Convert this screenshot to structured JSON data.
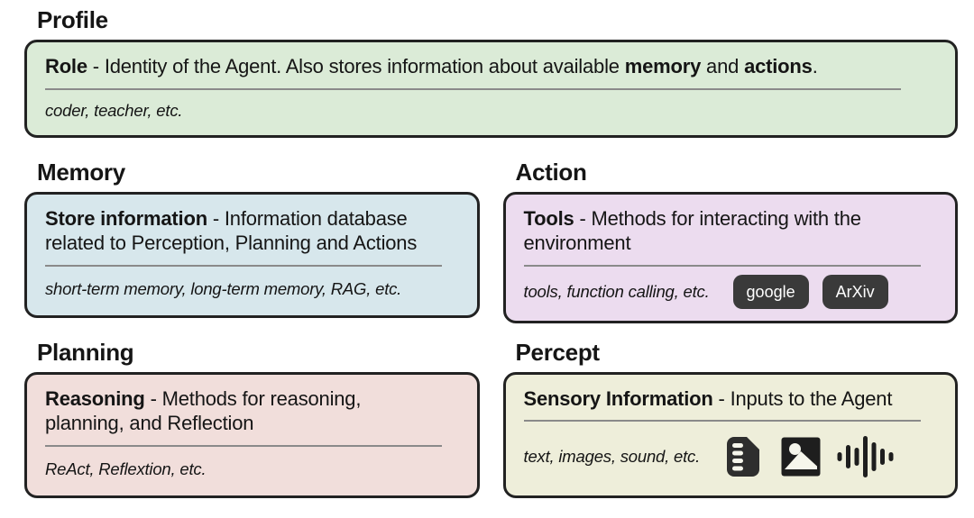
{
  "colors": {
    "profile_card": "#dbebd7",
    "memory_card": "#d7e7ec",
    "action_card": "#ecdcef",
    "planning_card": "#f1dedb",
    "percept_card": "#eeeeda",
    "card_border": "#222222",
    "text": "#151515",
    "divider": "#8a8a8a",
    "chip_bg": "#3a3a3a",
    "chip_text": "#ffffff",
    "icon_fill": "#2e2e2e"
  },
  "profile": {
    "heading": "Profile",
    "term": "Role",
    "desc_1": " - Identity of the Agent. Also stores information about available ",
    "bold_1": "memory",
    "desc_2": " and ",
    "bold_2": "actions",
    "desc_3": ".",
    "examples": "coder, teacher, etc."
  },
  "memory": {
    "heading": "Memory",
    "term": "Store information",
    "desc": " - Information database related to Perception, Planning and Actions",
    "examples": "short-term memory, long-term memory, RAG, etc."
  },
  "action": {
    "heading": "Action",
    "term": "Tools",
    "desc": " - Methods for interacting with the environment",
    "examples": "tools, function calling, etc.",
    "buttons": [
      "google",
      "ArXiv"
    ]
  },
  "planning": {
    "heading": "Planning",
    "term": "Reasoning",
    "desc": " - Methods for reasoning, planning, and Reflection",
    "examples": "ReAct, Reflextion, etc."
  },
  "percept": {
    "heading": "Percept",
    "term": "Sensory Information",
    "desc": " - Inputs to the Agent",
    "examples": "text, images, sound, etc.",
    "icons": [
      "document-icon",
      "image-icon",
      "audio-waveform-icon"
    ]
  }
}
